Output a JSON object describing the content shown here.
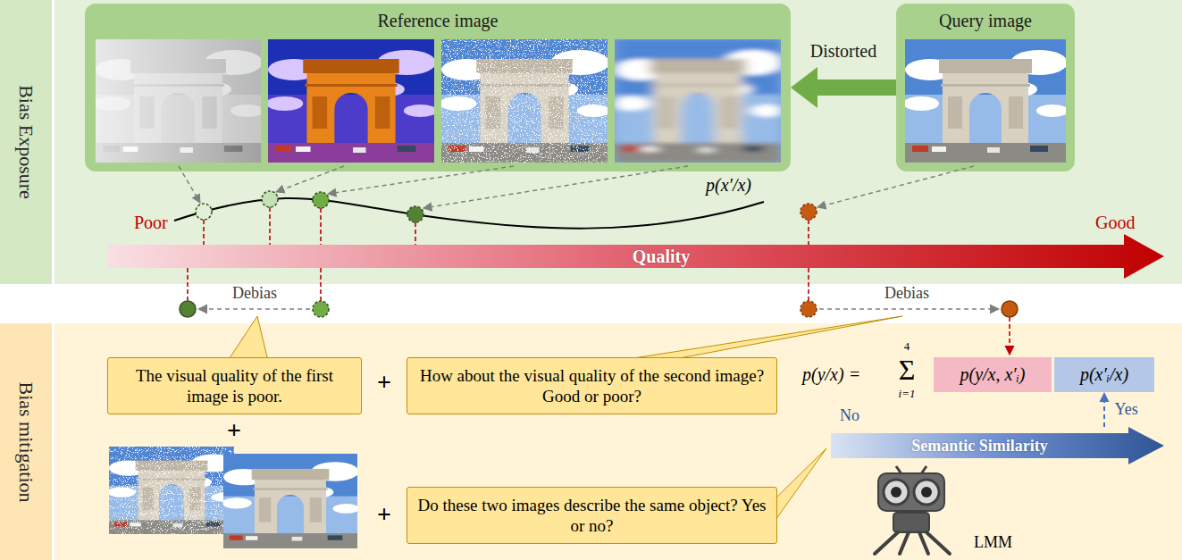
{
  "diagram": {
    "nodes": [
      {
        "text": [
          "Bias Exposure"
        ]
      },
      {
        "text": [
          "Reference image"
        ],
        "in": 0
      },
      {
        "text": [
          "Query image"
        ],
        "in": 0
      },
      {
        "text": [
          "Quality"
        ],
        "in": 0
      },
      {
        "text": [
          "Bias mitigation"
        ]
      },
      {
        "text": [
          "The visual quality of the first image is poor."
        ],
        "in": 4
      },
      {
        "text": [
          "How about the visual quality of the second image? Good or poor?"
        ],
        "in": 4
      },
      {
        "text": [
          "Do these two images describe the same object? Yes or no?"
        ],
        "in": 4
      },
      {
        "text": [
          "p(y/x, x′ᵢ)"
        ],
        "in": 4
      },
      {
        "text": [
          "p(x′ᵢ/x)"
        ],
        "in": 4
      },
      {
        "text": [
          "Semantic Similarity"
        ],
        "in": 4
      }
    ],
    "edges": [
      {
        "from": 2,
        "to": 1,
        "arrow": "to",
        "label": "Distorted"
      },
      {
        "from": 10,
        "to": 9,
        "arrow": "to",
        "label": "Yes"
      }
    ],
    "labels": [
      "Poor",
      "Good",
      "p(x′/x)",
      "Debias",
      "Debias",
      "+",
      "+",
      "+",
      "p(y/x) =",
      "Σ",
      "4",
      "i=1",
      "No",
      "LMM"
    ]
  }
}
